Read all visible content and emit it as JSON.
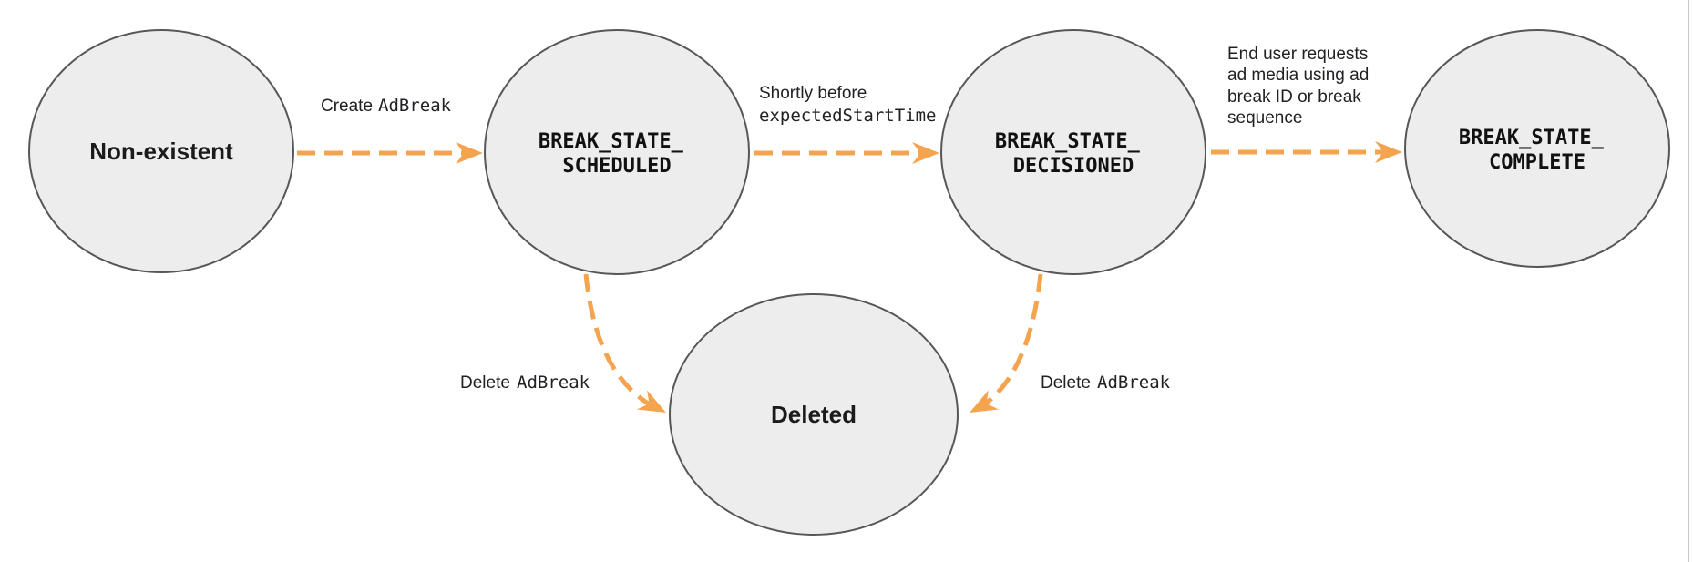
{
  "diagram": {
    "type": "state-diagram",
    "subject": "ad-break-lifecycle",
    "states": [
      {
        "id": "non-existent",
        "label": "Non-existent"
      },
      {
        "id": "break-state-scheduled",
        "label_line1": "BREAK_STATE_",
        "label_line2": "SCHEDULED"
      },
      {
        "id": "break-state-decisioned",
        "label_line1": "BREAK_STATE_",
        "label_line2": "DECISIONED"
      },
      {
        "id": "break-state-complete",
        "label_line1": "BREAK_STATE_",
        "label_line2": "COMPLETE"
      },
      {
        "id": "deleted",
        "label": "Deleted"
      }
    ],
    "transitions": [
      {
        "from": "non-existent",
        "to": "break-state-scheduled",
        "label_text": "Create",
        "label_code": "AdBreak"
      },
      {
        "from": "break-state-scheduled",
        "to": "break-state-decisioned",
        "label_text": "Shortly before",
        "label_code": "expectedStartTime"
      },
      {
        "from": "break-state-decisioned",
        "to": "break-state-complete",
        "label_lines": [
          "End user requests",
          "ad media using ad",
          "break ID or break",
          "sequence"
        ]
      },
      {
        "from": "break-state-scheduled",
        "to": "deleted",
        "label_text": "Delete",
        "label_code": "AdBreak"
      },
      {
        "from": "break-state-decisioned",
        "to": "deleted",
        "label_text": "Delete",
        "label_code": "AdBreak"
      }
    ],
    "colors": {
      "arrow": "#F4A44F",
      "node_fill": "#EDEDED",
      "node_stroke": "#575757",
      "text": "#202124",
      "page_border": "#C9C9C9"
    }
  }
}
